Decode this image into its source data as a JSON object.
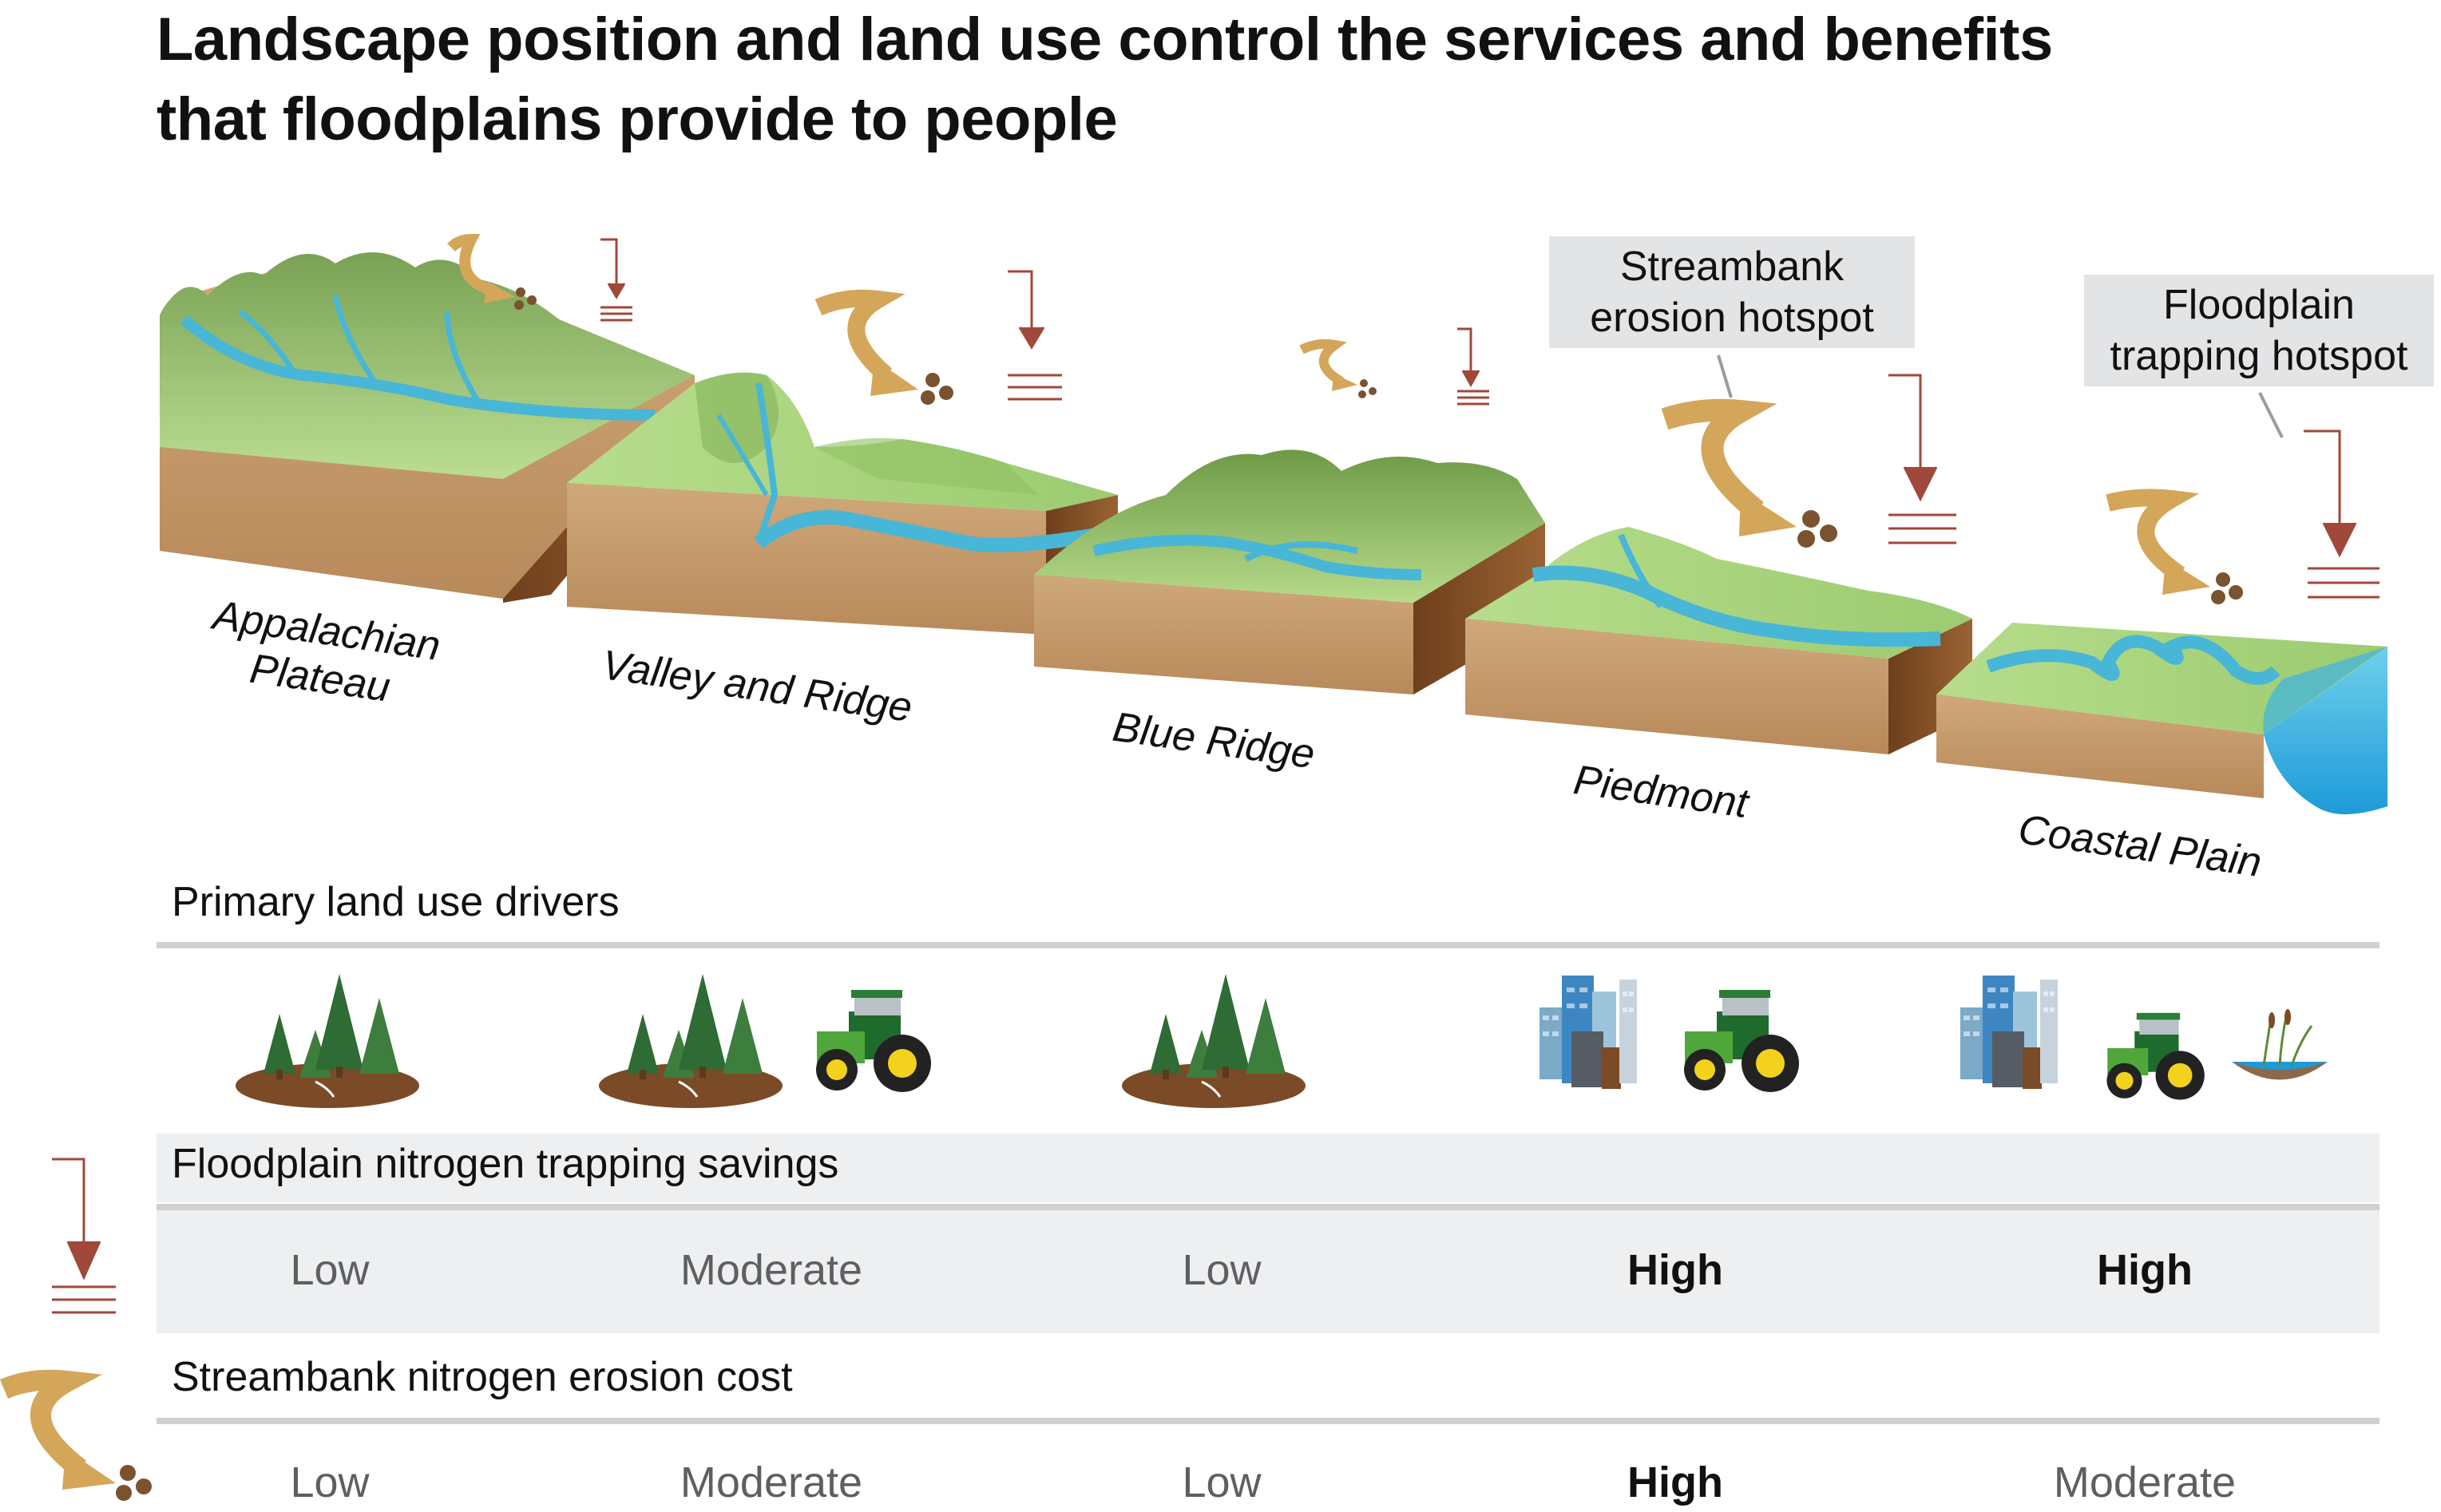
{
  "title_lines": [
    "Landscape position and land use control the services and benefits",
    "that floodplains provide to people"
  ],
  "regions": [
    {
      "name": "Appalachian\nPlateau",
      "lines": [
        "Appalachian",
        "Plateau"
      ]
    },
    {
      "name": "Valley and Ridge",
      "lines": [
        "Valley and Ridge"
      ]
    },
    {
      "name": "Blue Ridge",
      "lines": [
        "Blue Ridge"
      ]
    },
    {
      "name": "Piedmont",
      "lines": [
        "Piedmont"
      ]
    },
    {
      "name": "Coastal Plain",
      "lines": [
        "Coastal Plain"
      ]
    }
  ],
  "callouts": {
    "streambank": [
      "Streambank",
      "erosion hotspot"
    ],
    "floodplain": [
      "Floodplain",
      "trapping hotspot"
    ]
  },
  "sections": {
    "drivers": "Primary land use drivers",
    "trapping": "Floodplain nitrogen trapping savings",
    "erosion": "Streambank nitrogen erosion cost"
  },
  "land_use": [
    [
      "forest-icon"
    ],
    [
      "forest-icon",
      "tractor-icon"
    ],
    [
      "forest-icon"
    ],
    [
      "city-icon",
      "tractor-icon"
    ],
    [
      "city-icon",
      "tractor-icon",
      "wetland-icon"
    ]
  ],
  "trapping_values": [
    "Low",
    "Moderate",
    "Low",
    "High",
    "High"
  ],
  "erosion_values": [
    "Low",
    "Moderate",
    "Low",
    "High",
    "Moderate"
  ],
  "colors": {
    "erosion_arrow": "#d4a65a",
    "trapping_arrow": "#a0483a",
    "sediment": "#7a5230",
    "land_green": "#a9d37c",
    "river_blue": "#48b6d6",
    "soil": "#c49a6c"
  }
}
